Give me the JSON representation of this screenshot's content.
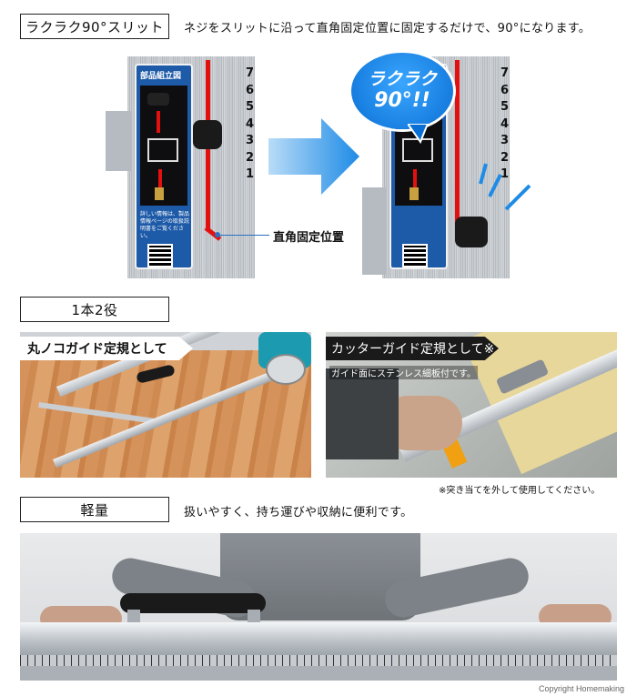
{
  "section1": {
    "label": "ラクラク90°スリット",
    "description": "ネジをスリットに沿って直角固定位置に固定するだけで、90°になります。",
    "callout": "直角固定位置",
    "balloon_line1": "ラクラク",
    "balloon_line2": "90°!!",
    "card_title": "部品組立図",
    "card_text": "詳しい情報は、製品情報ページの取扱説明書をご覧ください。",
    "scale_numbers": [
      "7",
      "6",
      "5",
      "4",
      "3",
      "2",
      "1"
    ]
  },
  "section2": {
    "label": "1本2役",
    "left_tag": "丸ノコガイド定規として",
    "right_tag": "カッターガイド定規として※",
    "right_subtext": "ガイド面にステンレス細板付です。",
    "note": "※突き当てを外して使用してください。"
  },
  "section3": {
    "label": "軽量",
    "description": "扱いやすく、持ち運びや収納に便利です。"
  },
  "footer": {
    "copyright": "Copyright Homemaking"
  },
  "colors": {
    "accent_blue": "#1e8be6",
    "red_line": "#e31010",
    "card_blue": "#1d5aa8"
  }
}
